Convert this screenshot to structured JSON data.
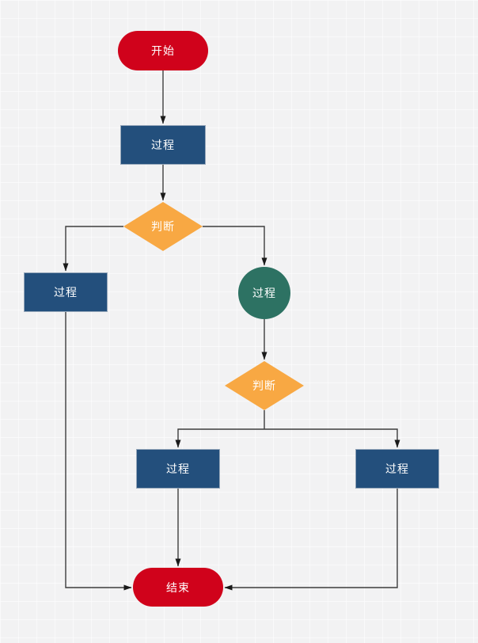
{
  "diagram": {
    "type": "flowchart",
    "language": "zh-CN"
  },
  "palette": {
    "red": "#d0021b",
    "blue": "#234f7c",
    "orange": "#f8a843",
    "green": "#2d7263",
    "text": "#ffffff",
    "line": "#3d3d3d",
    "arrow": "#1a1a1a",
    "bg": "#f2f2f3",
    "grid": "#ffffff"
  },
  "nodes": [
    {
      "id": "start",
      "type": "terminator",
      "shape": "stadium",
      "label": "开始"
    },
    {
      "id": "process-1",
      "type": "process",
      "shape": "rectangle",
      "label": "过程"
    },
    {
      "id": "decision-1",
      "type": "decision",
      "shape": "diamond",
      "label": "判断"
    },
    {
      "id": "process-left",
      "type": "process",
      "shape": "rectangle",
      "label": "过程"
    },
    {
      "id": "process-circle",
      "type": "process",
      "shape": "circle",
      "label": "过程"
    },
    {
      "id": "decision-2",
      "type": "decision",
      "shape": "diamond",
      "label": "判断"
    },
    {
      "id": "process-bottom-left",
      "type": "process",
      "shape": "rectangle",
      "label": "过程"
    },
    {
      "id": "process-bottom-right",
      "type": "process",
      "shape": "rectangle",
      "label": "过程"
    },
    {
      "id": "end",
      "type": "terminator",
      "shape": "stadium",
      "label": "结束"
    }
  ],
  "edges": [
    {
      "from": "start",
      "to": "process-1"
    },
    {
      "from": "process-1",
      "to": "decision-1"
    },
    {
      "from": "decision-1",
      "to": "process-left"
    },
    {
      "from": "decision-1",
      "to": "process-circle"
    },
    {
      "from": "process-circle",
      "to": "decision-2"
    },
    {
      "from": "decision-2",
      "to": "process-bottom-left"
    },
    {
      "from": "decision-2",
      "to": "process-bottom-right"
    },
    {
      "from": "process-left",
      "to": "end"
    },
    {
      "from": "process-bottom-left",
      "to": "end"
    },
    {
      "from": "process-bottom-right",
      "to": "end"
    }
  ]
}
